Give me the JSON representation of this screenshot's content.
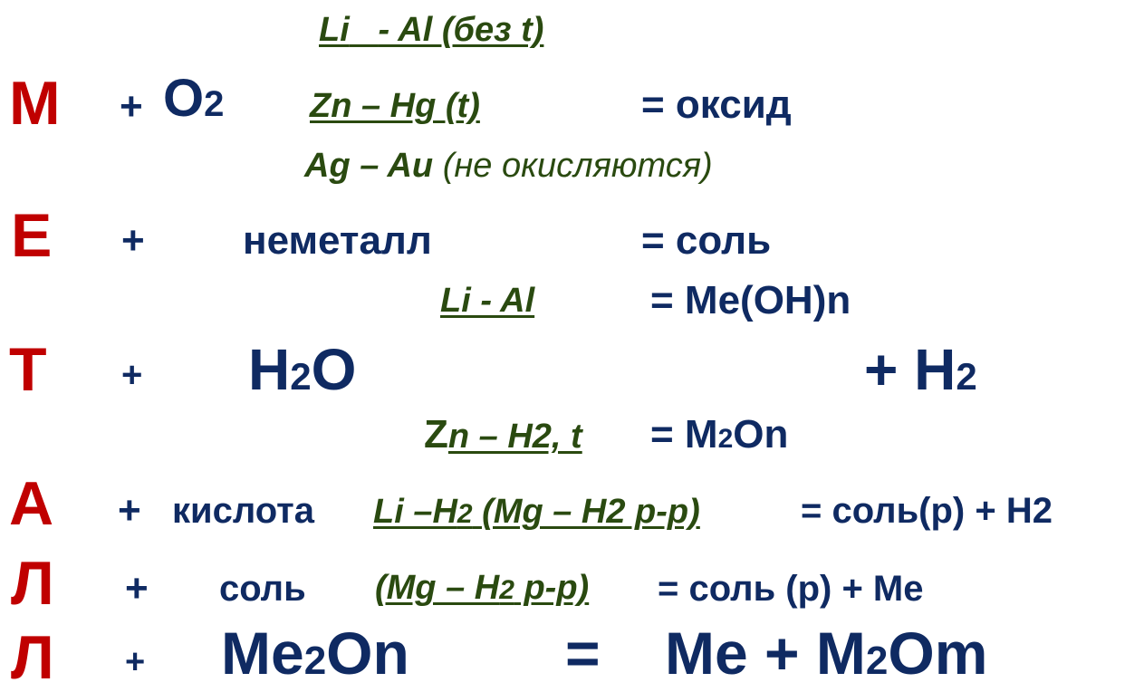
{
  "letters": [
    "М",
    "Е",
    "Т",
    "А",
    "Л",
    "Л"
  ],
  "plus": "+",
  "row1": {
    "above_left": "Li",
    "above_right": "- Al (без t)",
    "reagent": "O",
    "reagent_sub": "2",
    "cond": "Zn – Hg (t)",
    "result": "=  оксид",
    "below_metals": "Ag – Au",
    "below_note": "(не окисляются)"
  },
  "row2": {
    "reagent": "неметалл",
    "result": "=  соль"
  },
  "row3": {
    "cond_top": "Li  - Al",
    "result_top": "= Me(OH)n",
    "reagent_h": "H",
    "reagent_sub": "2",
    "reagent_o": "O",
    "result_mid": "+  H",
    "result_mid_sub": "2",
    "cond_bottom_z": "Z",
    "cond_bottom_rest": "n – H2, t",
    "result_bottom": "= M",
    "result_bottom_sub": "2",
    "result_bottom_end": "On"
  },
  "row4": {
    "reagent": "кислота",
    "cond_a": "Li –H",
    "cond_a_sub": "2",
    "cond_b": " (Mg – H2 p-p)",
    "result": "= соль(р) + H2"
  },
  "row5": {
    "reagent": "соль",
    "cond": "(Mg – H",
    "cond_sub": "2",
    "cond_end": " p-p)",
    "result": "=  соль (р) + Me"
  },
  "row6": {
    "reagent": "Me",
    "reagent_sub": "2",
    "reagent_end": "On",
    "eq": "=",
    "result": "Me + M",
    "result_sub": "2",
    "result_end": "Om"
  }
}
